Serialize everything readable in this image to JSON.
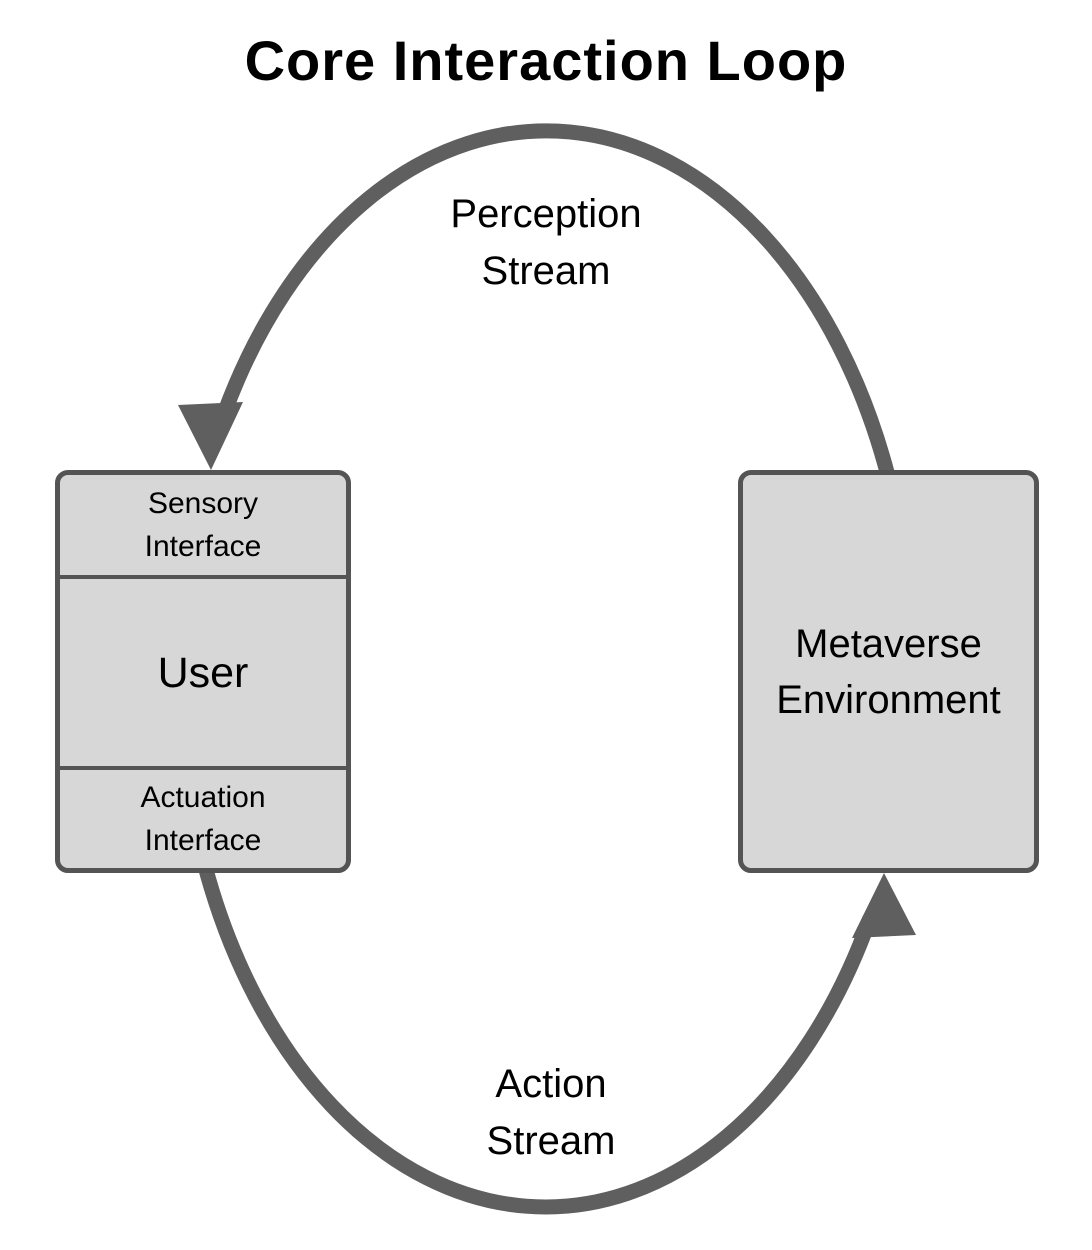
{
  "title": "Core Interaction Loop",
  "loop": {
    "perception_label": "Perception\nStream",
    "action_label": "Action\nStream"
  },
  "nodes": {
    "user": {
      "sections": [
        "Sensory\nInterface",
        "User",
        "Actuation\nInterface"
      ]
    },
    "environment": {
      "label": "Metaverse\nEnvironment"
    }
  },
  "colors": {
    "arrow": "#5f5f5f",
    "box_fill": "#d7d7d7",
    "box_border": "#545454",
    "text": "#000000",
    "background": "#ffffff"
  }
}
